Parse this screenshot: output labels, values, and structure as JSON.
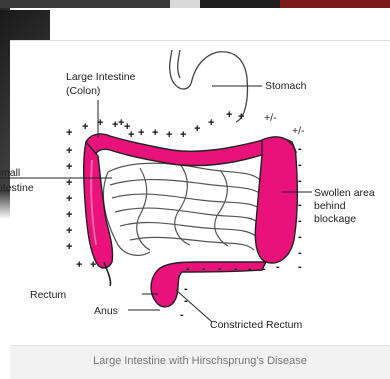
{
  "labels": {
    "large_intestine_line1": "Large Intestine",
    "large_intestine_line2": "(Colon)",
    "stomach": "Stomach",
    "small_intestine_line1": "Small",
    "small_intestine_line2": "Intestine",
    "swollen_line1": "Swollen  area",
    "swollen_line2": "behind",
    "swollen_line3": "blockage",
    "plus_minus_top": "+/-",
    "plus_minus_right": "+/-",
    "rectum": "Rectum",
    "anus": "Anus",
    "constricted_rectum": "Constricted Rectum"
  },
  "caption": "Large Intestine with Hirschsprung's Disease",
  "colors": {
    "colon": "#e8127a",
    "outline": "#222222",
    "caption_bg": "#f2f2f2"
  }
}
